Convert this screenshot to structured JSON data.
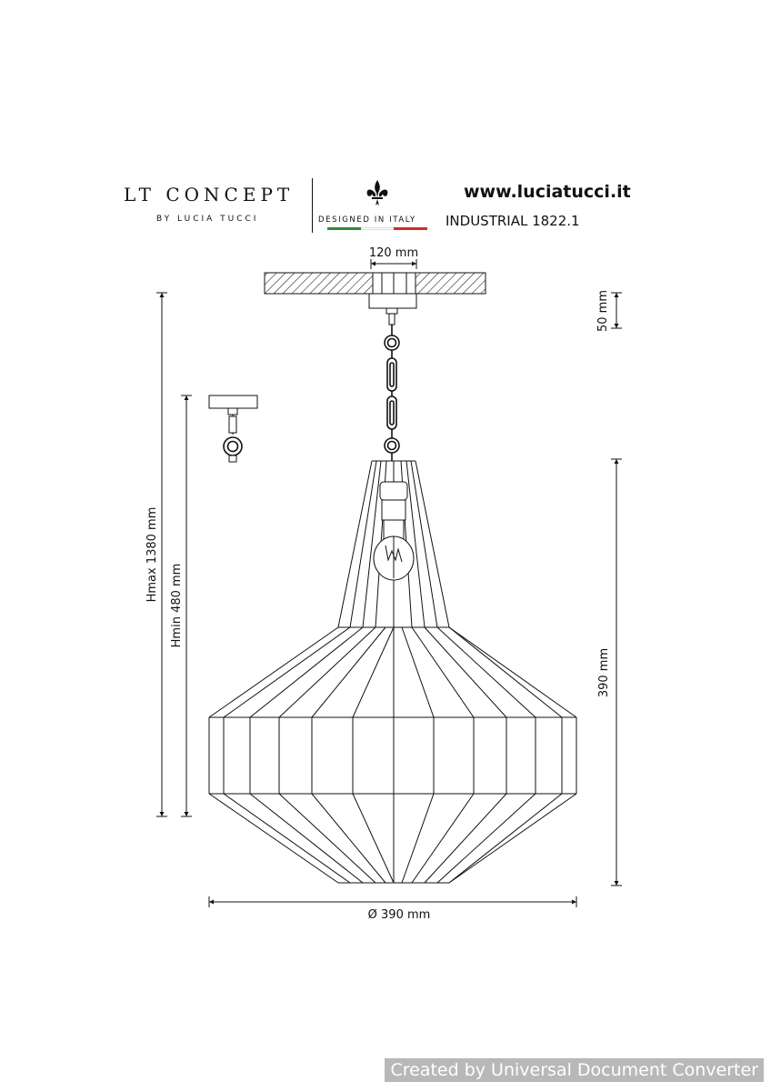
{
  "header": {
    "brand_main": "LT CONCEPT",
    "brand_sub": "BY LUCIA TUCCI",
    "designed_in": "DESIGNED IN ITALY",
    "website": "www.luciatucci.it",
    "model": "INDUSTRIAL 1822.1",
    "flag_colors": [
      "#2e8b3a",
      "#ffffff",
      "#d22a2a"
    ]
  },
  "dimensions": {
    "canopy_width": "120 mm",
    "canopy_height": "50 mm",
    "h_max": "Hmax 1380 mm",
    "h_min": "Hmin 480 mm",
    "shade_height": "390 mm",
    "diameter": "Ø 390 mm"
  },
  "footer": {
    "watermark": "Created by Universal Document Converter"
  },
  "colors": {
    "line": "#111111",
    "watermark_bg": "#b8b8b8"
  }
}
